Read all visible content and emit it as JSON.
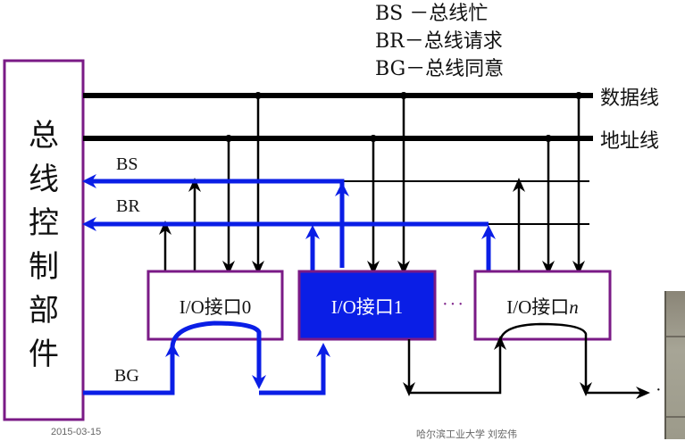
{
  "legend": [
    {
      "code": "BS",
      "sep": " －",
      "meaning": "总线忙"
    },
    {
      "code": "BR",
      "sep": "－",
      "meaning": "总线请求"
    },
    {
      "code": "BG",
      "sep": "－",
      "meaning": "总线同意"
    }
  ],
  "controller": {
    "label_chars": [
      "总",
      "线",
      "控",
      "制",
      "部",
      "件"
    ]
  },
  "buses": {
    "data_bus": "数据线",
    "address_bus": "地址线"
  },
  "signals": {
    "bs": "BS",
    "br": "BR",
    "bg": "BG"
  },
  "interfaces": [
    {
      "label": "I/O接口0",
      "active": false
    },
    {
      "label": "I/O接口1",
      "active": true
    },
    {
      "label_prefix": "I/O接口",
      "label_suffix": "n",
      "active": false
    }
  ],
  "ellipsis_between": "···",
  "ellipsis_end": "·",
  "colors": {
    "active_signal": "#0a1ee6",
    "box_border": "#7a1a86",
    "bus": "#000000"
  },
  "footer": {
    "date": "2015-03-15",
    "credit": "哈尔滨工业大学  刘宏伟"
  }
}
